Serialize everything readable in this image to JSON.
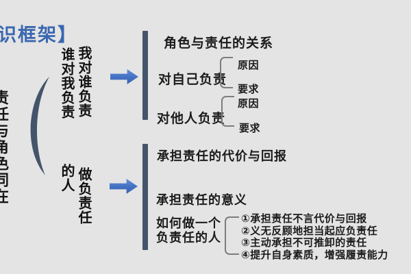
{
  "title": "识框架】",
  "left_spine": "责任与角色同在",
  "top_branch": {
    "question_col_left": "谁对我负责",
    "question_col_right": "我对谁负责",
    "heading": "角色与责任的关系",
    "nodes": [
      {
        "label": "对自己负责",
        "children": [
          "原因",
          "要求"
        ]
      },
      {
        "label": "对他人负责",
        "children": [
          "原因",
          "要求"
        ]
      }
    ]
  },
  "bottom_branch": {
    "question_col_left": "的人",
    "question_col_right": "做负责任",
    "item_cost": "承担责任的代价与回报",
    "item_meaning": "承担责任的意义",
    "how_node": {
      "label": "如何做一个\n负责任的人",
      "points": [
        "①承担责任不言代价与回报",
        "②义无反顾地担当起应负责任",
        "③主动承担不可推卸的责任",
        "④提升自身素质，增强履责能力"
      ]
    }
  },
  "colors": {
    "background": "#e4e4e4",
    "accent_dark": "#44546a",
    "arrow_blue": "#4472c4",
    "title_blue": "#3a67b0",
    "text": "#1b1b1b",
    "bracket_gray": "#7d7d7d"
  }
}
